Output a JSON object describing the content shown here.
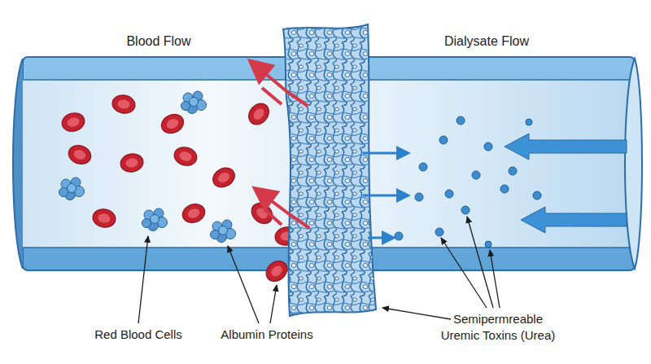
{
  "diagram": {
    "labels": [
      "Blood Flow",
      "Dialysate Flow",
      "Red Blood Cells",
      "Albumin Proteins",
      "Semipermreable",
      "Uremic Toxins (Urea)"
    ]
  }
}
